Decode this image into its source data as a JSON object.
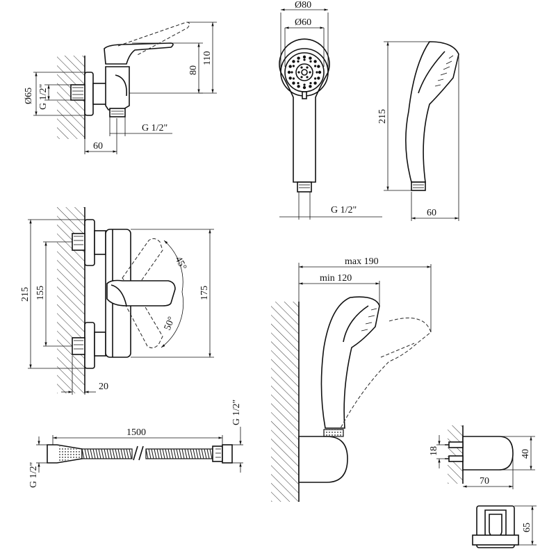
{
  "side_view": {
    "dims": {
      "d65": "Ø65",
      "g_left": "G 1/2\"",
      "h80": "80",
      "h110": "110",
      "g_bottom": "G 1/2\"",
      "w60": "60"
    }
  },
  "showerhead_front": {
    "dims": {
      "d80": "Ø80",
      "d60": "Ø60",
      "g_bottom": "G 1/2\""
    }
  },
  "showerhead_side": {
    "dims": {
      "h215": "215",
      "w60": "60"
    }
  },
  "front_view": {
    "dims": {
      "h215": "215",
      "h155": "155",
      "h175": "175",
      "w20": "20",
      "a45": "45°",
      "a50": "50°"
    }
  },
  "holder_assembly": {
    "dims": {
      "max": "max 190",
      "min": "min 120"
    }
  },
  "hose": {
    "dims": {
      "length": "1500",
      "g_left": "G 1/2\"",
      "g_right": "G 1/2\""
    }
  },
  "holder_detail": {
    "dims": {
      "h18": "18",
      "h40": "40",
      "w70": "70",
      "h65": "65"
    }
  }
}
